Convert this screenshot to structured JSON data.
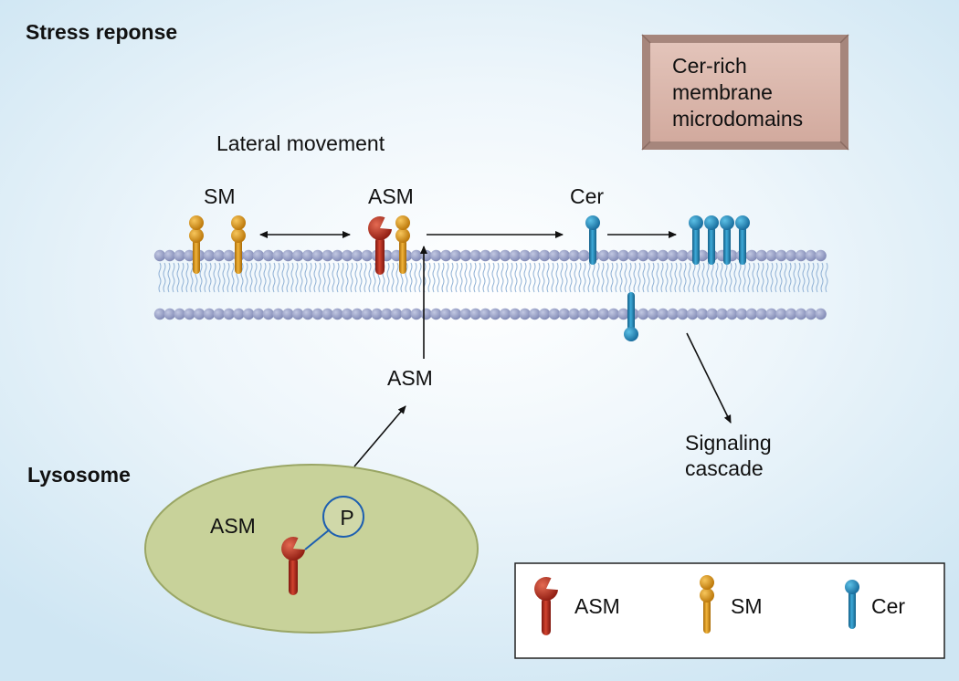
{
  "title": "Stress reponse",
  "lysosome_title": "Lysosome",
  "lateral_label": "Lateral movement",
  "labels": {
    "sm_top": "SM",
    "asm_top": "ASM",
    "cer_top": "Cer",
    "asm_middle": "ASM",
    "signaling": "Signaling cascade",
    "asm_lysosome": "ASM",
    "phosphate": "P"
  },
  "microdomain_box": "Cer-rich membrane microdomains",
  "legend": [
    {
      "icon": "asm-icon",
      "label": "ASM"
    },
    {
      "icon": "sm-icon",
      "label": "SM"
    },
    {
      "icon": "cer-icon",
      "label": "Cer"
    }
  ],
  "colors": {
    "asm": "#b22a1e",
    "sm": "#d8900f",
    "cer": "#1f86b8",
    "membrane_head": "#8f97bf",
    "lysosome": "#c8d29a",
    "box": "#dcb8ad"
  }
}
